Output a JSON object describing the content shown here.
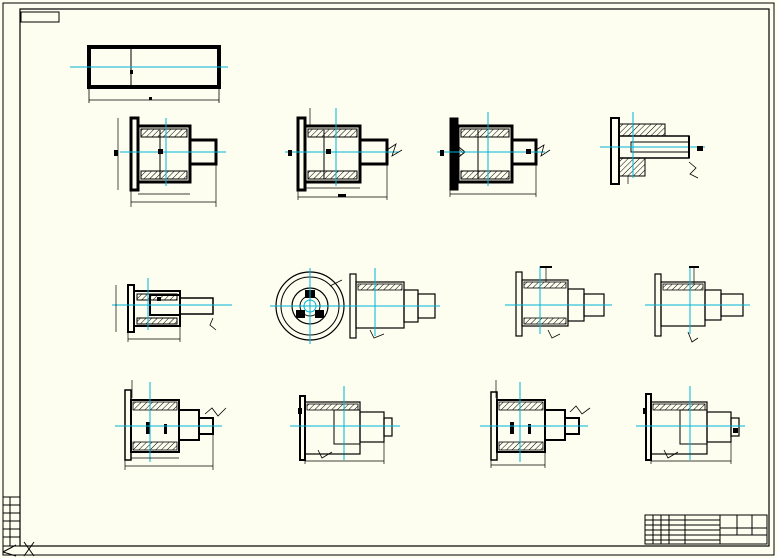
{
  "drawing": {
    "title_block_present": true,
    "colors": {
      "paper": "#fefef0",
      "line": "#000000",
      "centerline": "#00b4d8",
      "hatch": "#000000"
    },
    "views": [
      {
        "id": "blank-bar"
      },
      {
        "id": "op-01"
      },
      {
        "id": "op-02"
      },
      {
        "id": "op-03"
      },
      {
        "id": "op-04"
      },
      {
        "id": "op-05"
      },
      {
        "id": "op-06-end-view"
      },
      {
        "id": "op-07"
      },
      {
        "id": "op-08"
      },
      {
        "id": "op-09"
      },
      {
        "id": "op-10"
      },
      {
        "id": "op-11"
      },
      {
        "id": "op-12"
      }
    ]
  }
}
